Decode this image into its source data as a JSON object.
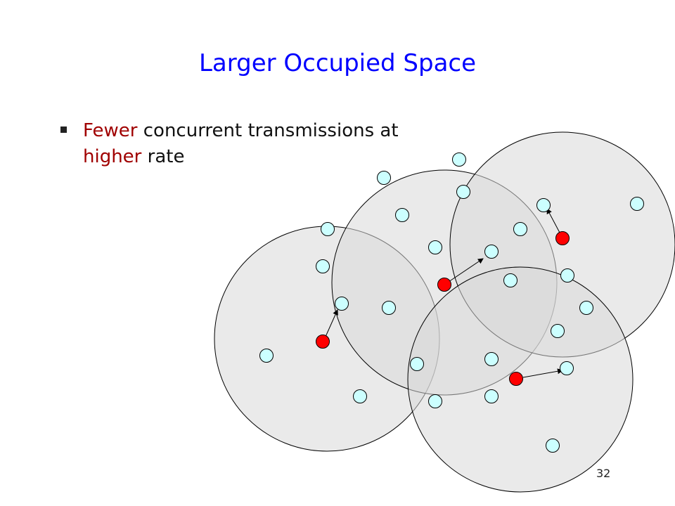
{
  "slide": {
    "title": "Larger Occupied Space",
    "bullet": {
      "part1_emph": "Fewer",
      "part2": " concurrent transmissions at ",
      "part3_emph": "higher",
      "part4": " rate"
    },
    "page_number": "32"
  },
  "colors": {
    "title": "#0000ff",
    "emphasis": "#a00000",
    "range_fill": "#d9d9d9",
    "idle_node": "#ccffff",
    "transmitter_node": "#ff0000"
  }
}
